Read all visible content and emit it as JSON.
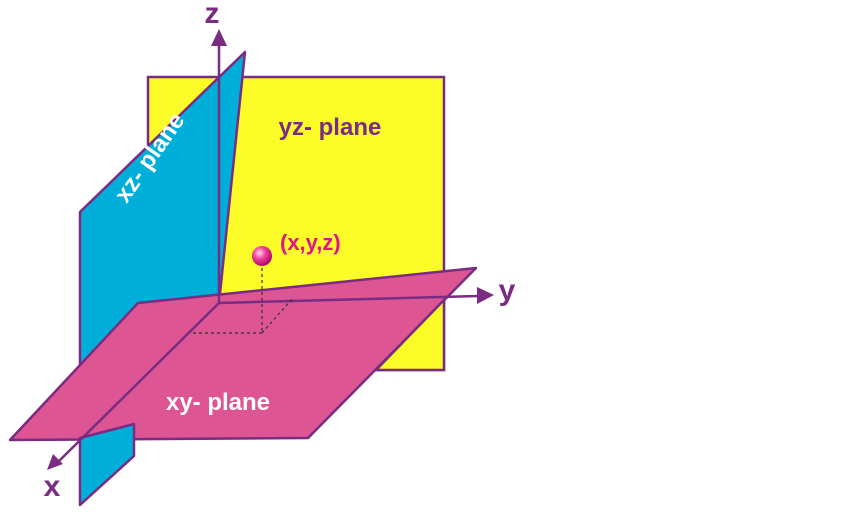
{
  "colors": {
    "outline": "#7a2b82",
    "axis": "#7a2b82",
    "yz_plane": "#fbfb28",
    "xz_plane": "#00aeda",
    "xy_plane": "#dd5592",
    "point": "#e0158a",
    "point_label": "#e0158a",
    "plane_label_dark": "#7a2b82",
    "plane_label_light": "#ffffff"
  },
  "axes": {
    "z_label": "z",
    "y_label": "y",
    "x_label": "x"
  },
  "planes": {
    "yz_label": "yz- plane",
    "xz_label": "xz- plane",
    "xy_label": "xy- plane"
  },
  "point": {
    "label": "(x,y,z)"
  }
}
